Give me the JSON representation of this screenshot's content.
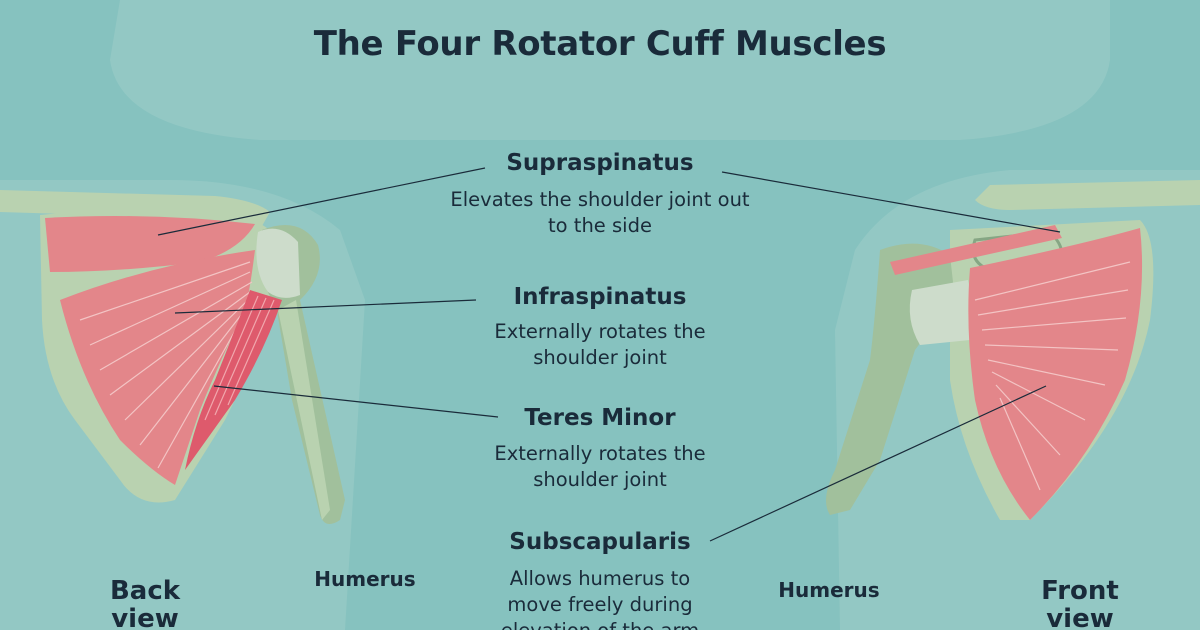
{
  "title": "The Four Rotator Cuff Muscles",
  "muscles": [
    {
      "name": "Supraspinatus",
      "description": "Elevates the shoulder joint out to the side"
    },
    {
      "name": "Infraspinatus",
      "description": "Externally rotates the shoulder joint"
    },
    {
      "name": "Teres Minor",
      "description": "Externally rotates the shoulder joint"
    },
    {
      "name": "Subscapularis",
      "description": "Allows humerus to move freely during elevation of the arm"
    }
  ],
  "labels": {
    "humerus_left": "Humerus",
    "humerus_right": "Humerus",
    "back_view": "Back view",
    "front_view": "Front view"
  },
  "colors": {
    "background": "#86c2bf",
    "body_silhouette": "#93c8c4",
    "bone": "#b9d2b0",
    "bone_shadow": "#a1c09c",
    "muscle": "#e3868a",
    "muscle_dark": "#de5a6c",
    "text": "#1a2b3a"
  }
}
